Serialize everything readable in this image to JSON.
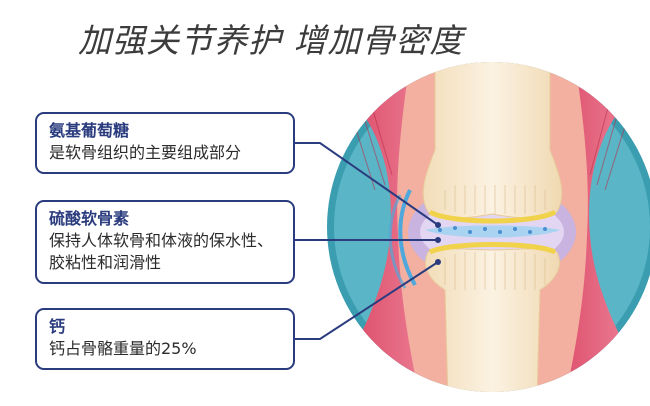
{
  "title": "加强关节养护 增加骨密度",
  "labels": [
    {
      "name": "氨基葡萄糖",
      "description": "是软骨组织的主要组成部分"
    },
    {
      "name": "硫酸软骨素",
      "description": "保持人体软骨和体液的保水性、胶粘性和润滑性"
    },
    {
      "name": "钙",
      "description": "钙占骨骼重量的25%"
    }
  ],
  "colors": {
    "title": "#3c3c3c",
    "box_border": "#2b3c7e",
    "muscle": "#e2546f",
    "bone": "#f7ead3",
    "cartilage": "#c9b3e0",
    "circle_ring": "#3a9db0"
  }
}
